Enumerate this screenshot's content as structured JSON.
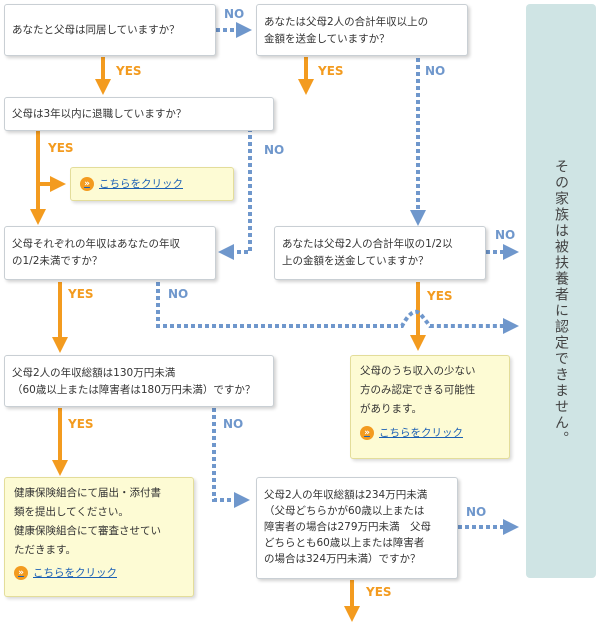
{
  "colors": {
    "yes": "#f39b1f",
    "no": "#6f97cc",
    "side_panel": "#cfe4e4",
    "note_bg": "#fdfbd4"
  },
  "nodes": {
    "q1": "あなたと父母は同居していますか？",
    "q2": "あなたは父母2人の合計年収以上の\n金額を送金していますか？",
    "q3": "父母は3年以内に退職していますか？",
    "q4": "父母それぞれの年収はあなたの年収\nの1/2未満ですか？",
    "q5": "あなたは父母2人の合計年収の1/2以\n上の金額を送金していますか？",
    "q6": "父母2人の年収総額は130万円未満\n（60歳以上または障害者は180万円未満）ですか？",
    "q7": "父母2人の年収総額は234万円未満\n（父母どちらかが60歳以上または\n障害者の場合は279万円未満　父母\nどちらとも60歳以上または障害者\nの場合は324万円未満）ですか？"
  },
  "notes": {
    "click1": {
      "link": "こちらをクリック"
    },
    "right_note": {
      "text": "父母のうち収入の少ない\n方のみ認定できる可能性\nがあります。",
      "link": "こちらをクリック"
    },
    "bottom_note": {
      "text": "健康保険組合にて届出・添付書\n類を提出してください。\n健康保険組合にて審査させてい\nただきます。",
      "link": "こちらをクリック"
    }
  },
  "labels": {
    "yes": "YES",
    "no": "NO"
  },
  "side_panel_text": "その家族は被扶養者に認定できません。"
}
